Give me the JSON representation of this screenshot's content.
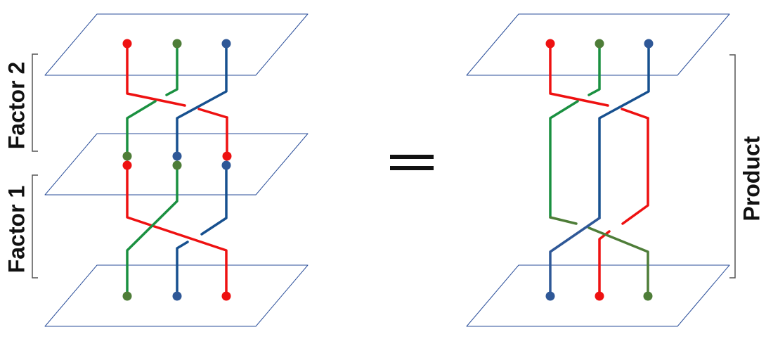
{
  "labels": {
    "factor2": "Factor 2",
    "factor1": "Factor 1",
    "product": "Product"
  },
  "colors": {
    "red": "#ee1111",
    "green": "#1a9040",
    "blue": "#17508f",
    "plane": "#2a4e9a",
    "dot_green": "#4e7d38",
    "dot_blue": "#2f5897",
    "bracket": "#555555"
  },
  "diagrams": [
    "factor-stack",
    "product"
  ]
}
